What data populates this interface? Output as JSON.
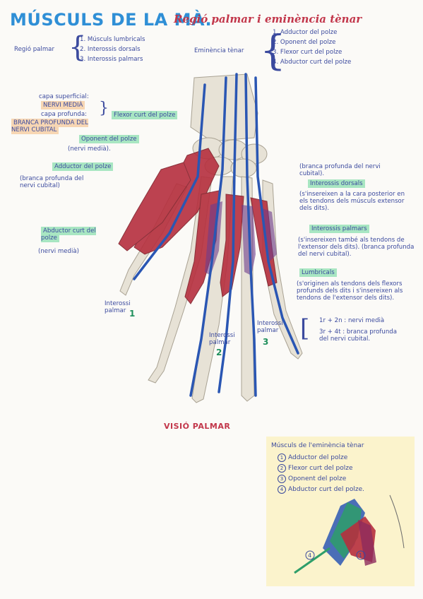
{
  "title": {
    "main": "MÚSCULS DE LA MÀ.",
    "sub": "Regió palmar i eminència tènar"
  },
  "regio_palmar": {
    "label": "Regió palmar",
    "items": [
      "1. Músculs lumbricals",
      "2. Interossis dorsals",
      "3. Interossis palmars"
    ]
  },
  "eminencia_tenar": {
    "label": "Eminència tènar",
    "items": [
      "1. Adductor del polze",
      "2. Oponent del polze",
      "3. Flexor curt del polze",
      "4. Abductor curt del polze"
    ]
  },
  "left_annotations": {
    "capa_superficial": "capa superficial:",
    "nervi_media": "NERVI MEDIÀ",
    "capa_profunda": "capa profunda:",
    "branca_profunda": "BRANCA PROFUNDA DEL NERVI CUBITAL",
    "flexor_curt": "Flexor curt del polze",
    "oponent": "Oponent del polze",
    "oponent_nerve": "(nervi medià).",
    "adductor": "Adductor del polze",
    "adductor_nerve": "(branca profunda del nervi cubital)",
    "abductor": "Abductor curt del polze",
    "abductor_nerve": "(nervi medià)"
  },
  "right_annotations": {
    "branca_top": "(branca profunda del nervi cubital).",
    "interossis_dorsals": "Interossis dorsals",
    "interossis_dorsals_desc": "(s'insereixen a la cara posterior en els tendons dels músculs extensor dels dits).",
    "interossis_palmars": "Interossis palmars",
    "interossis_palmars_desc": "(s'insereixen també als tendons de l'extensor dels dits). (branca profunda del nervi cubital).",
    "lumbricals": "Lumbricals",
    "lumbricals_desc": "(s'originen als tendons dels flexors profunds dels dits i s'insereixen als tendons de l'extensor dels dits).",
    "nerve_1": "1r + 2n : nervi medià",
    "nerve_2": "3r + 4t : branca profunda del nervi cubital."
  },
  "finger_labels": {
    "interossi_1": "Interossi palmar",
    "num_1": "1",
    "interossi_2": "Interossi palmar",
    "num_2": "2",
    "interossi_3": "Interossi palmar",
    "num_3": "3"
  },
  "caption": "VISIÓ PALMAR",
  "card": {
    "title": "Músculs de l'eminència tènar",
    "items": [
      {
        "n": "1",
        "label": "Adductor del polze"
      },
      {
        "n": "2",
        "label": "Flexor curt del polze"
      },
      {
        "n": "3",
        "label": "Oponent del polze"
      },
      {
        "n": "4",
        "label": "Abductor curt del polze."
      }
    ],
    "marker_a": "4",
    "marker_b": "1"
  },
  "colors": {
    "title_blue": "#2f8fd6",
    "subtitle_red": "#c2364a",
    "ink_blue": "#3b4a9e",
    "highlight_green": "#a8e6c2",
    "highlight_orange": "#f7d6b3",
    "muscle_red": "#b62f3e",
    "nerve_blue": "#2a56b3",
    "bone": "#e7e2d6"
  }
}
